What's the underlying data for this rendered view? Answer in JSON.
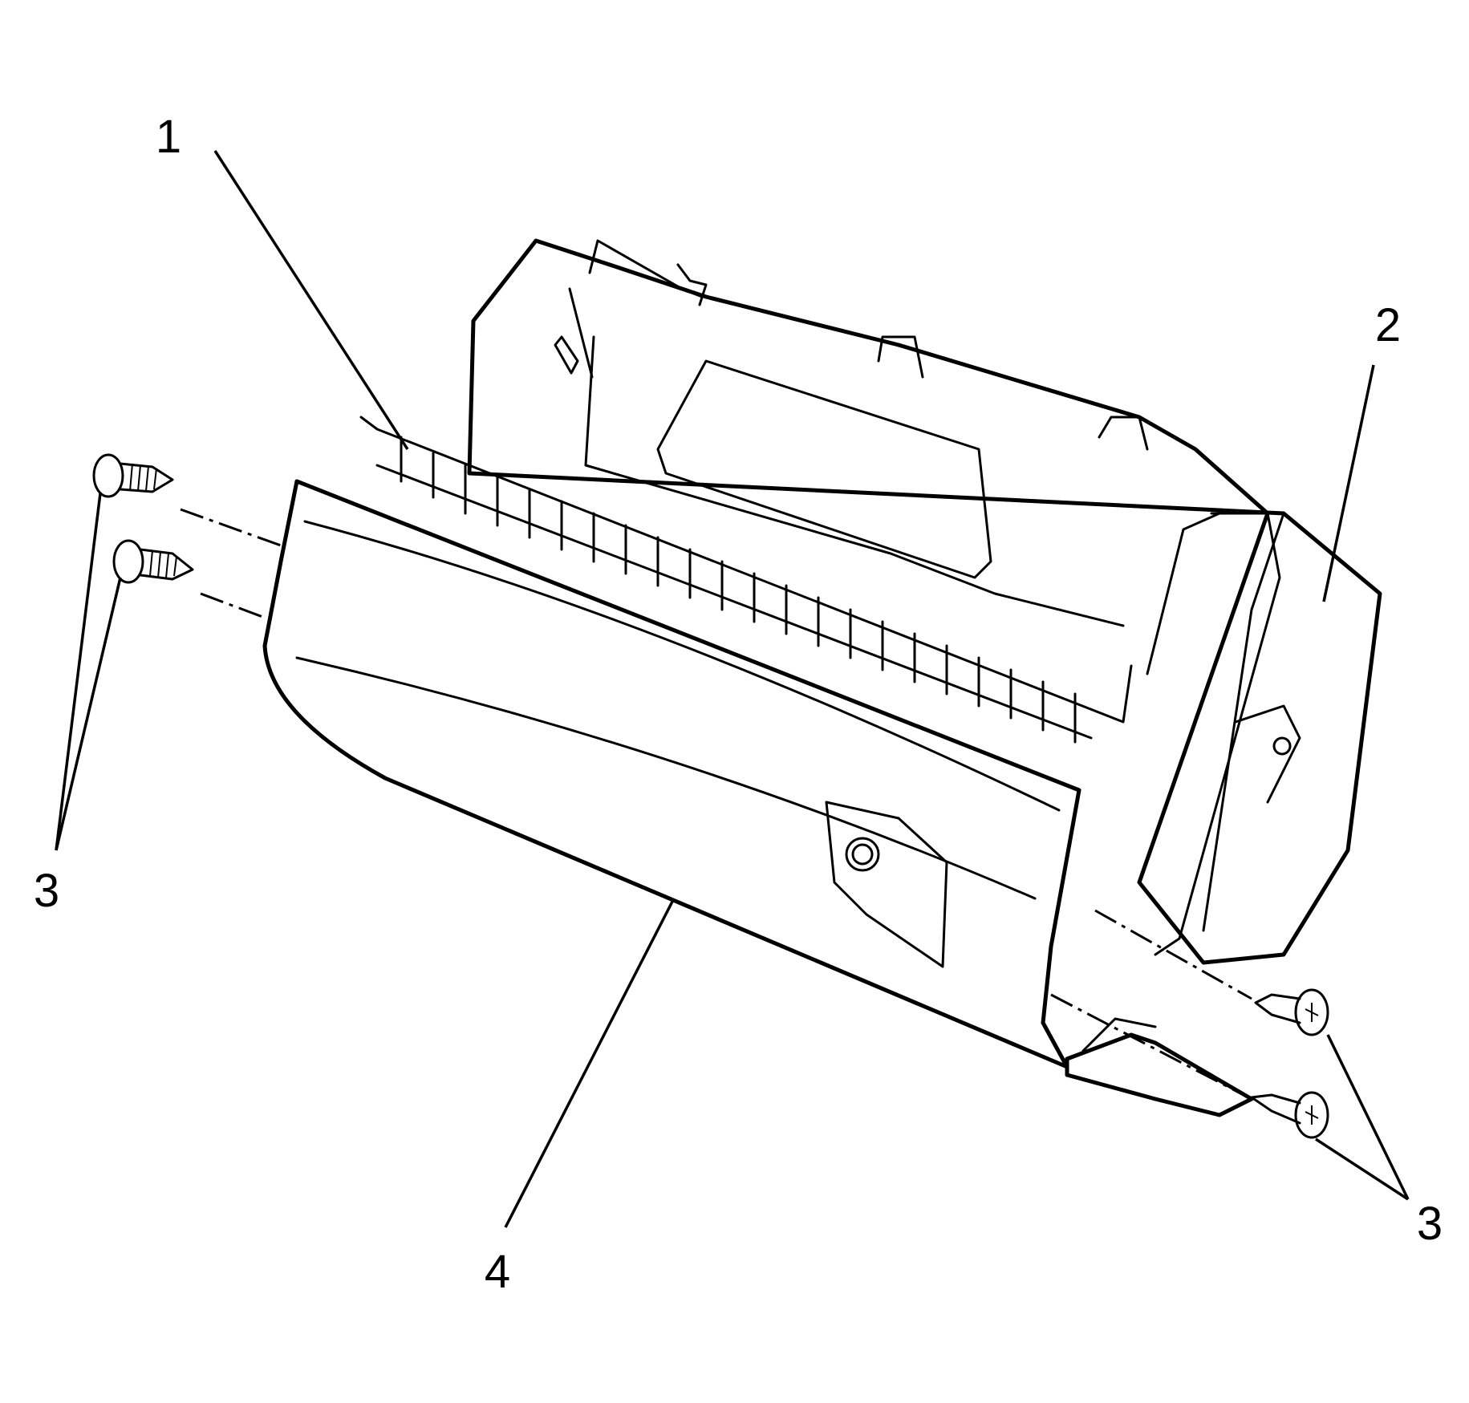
{
  "callouts": {
    "c1": "1",
    "c2": "2",
    "c3_left": "3",
    "c3_right": "3",
    "c4": "4"
  }
}
